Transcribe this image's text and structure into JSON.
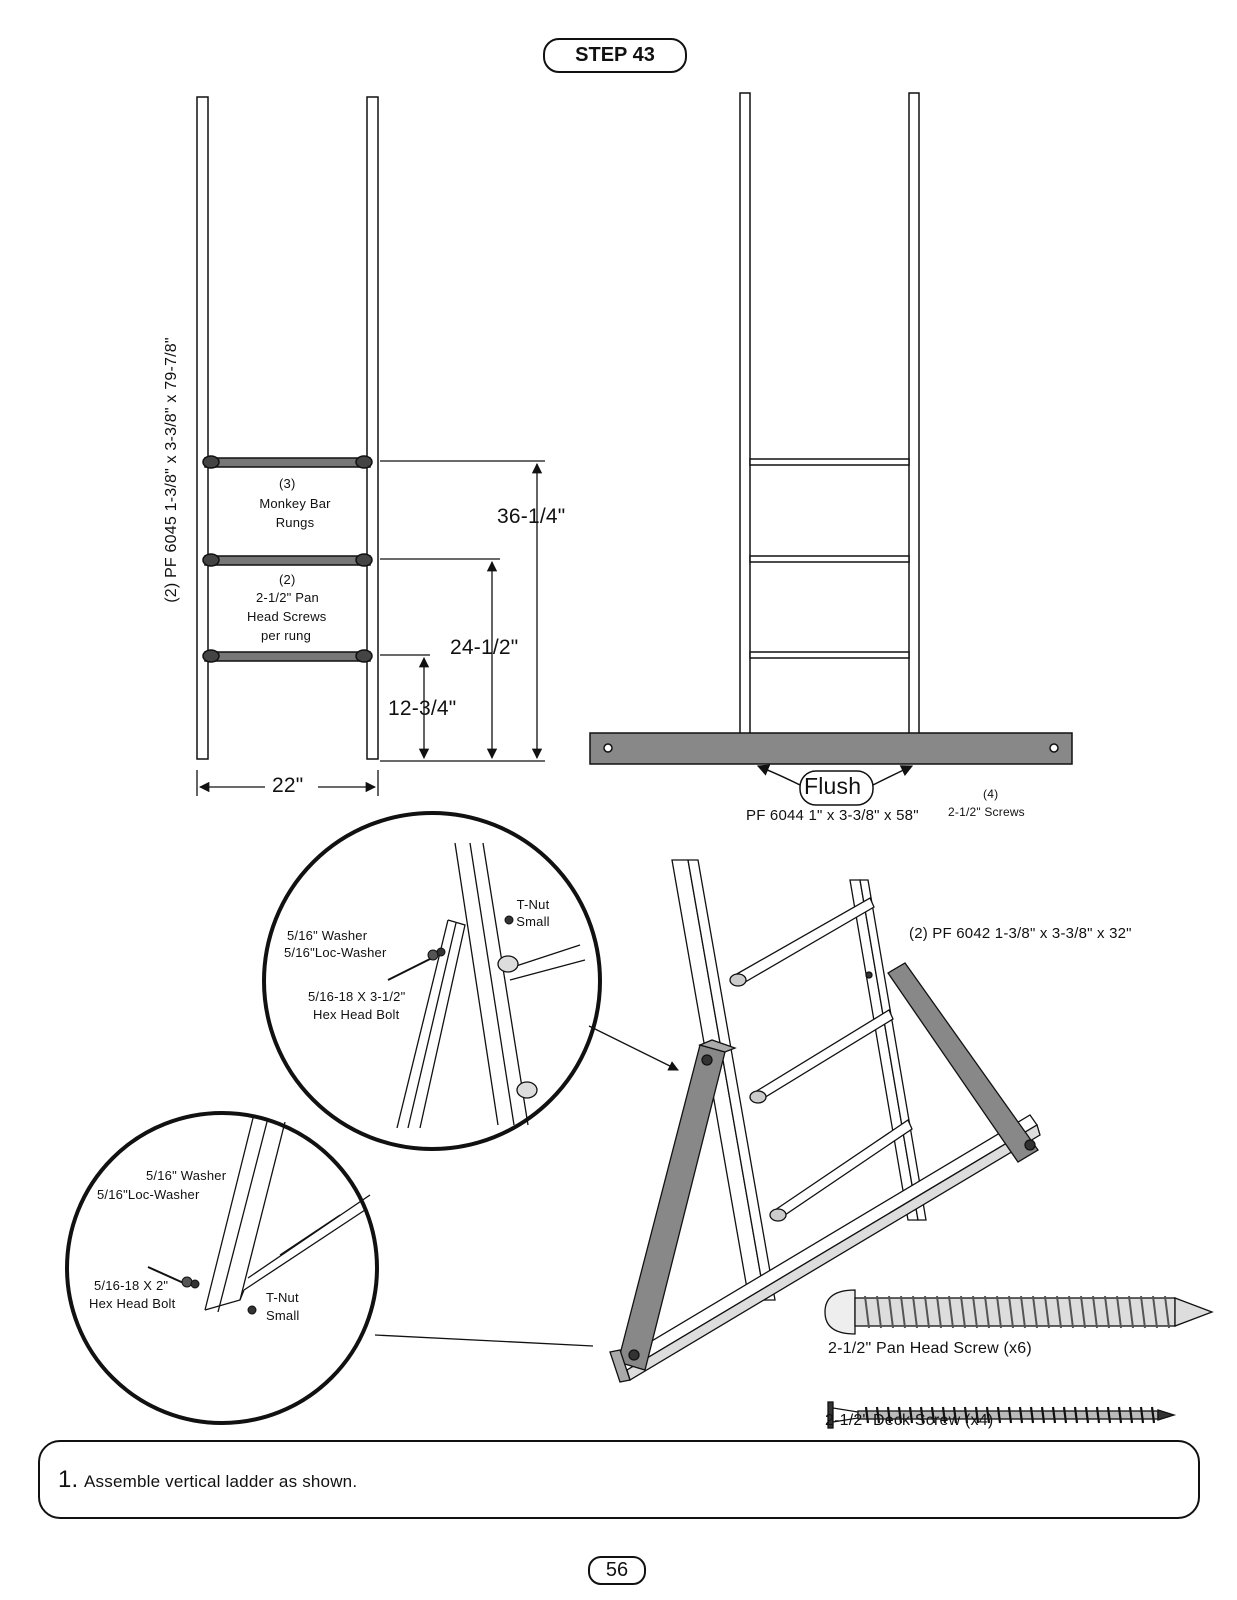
{
  "step": {
    "label": "STEP 43"
  },
  "ladder_front": {
    "side_label": "(2) PF 6045 1-3/8\" x 3-3/8\" x 79-7/8\"",
    "rungs_qty": "(3)",
    "rungs_name": "Monkey Bar Rungs",
    "screws_qty": "(2)",
    "screws_desc_1": "2-1/2\" Pan",
    "screws_desc_2": "Head Screws",
    "screws_desc_3": "per rung",
    "dim_top": "36-1/4\"",
    "dim_mid": "24-1/2\"",
    "dim_low": "12-3/4\"",
    "dim_width": "22\""
  },
  "ladder_back": {
    "flush_label": "Flush",
    "base_board": "PF 6044 1\" x 3-3/8\" x 58\"",
    "screws_qty": "(4)",
    "screws_name": "2-1/2\" Screws"
  },
  "detail_top": {
    "tnut": "T-Nut Small",
    "washer": "5/16\" Washer",
    "loc_washer": "5/16\"Loc-Washer",
    "bolt_1": "5/16-18 X 3-1/2\"",
    "bolt_2": "Hex Head Bolt"
  },
  "detail_bottom": {
    "washer": "5/16\" Washer",
    "loc_washer": "5/16\"Loc-Washer",
    "bolt_1": "5/16-18 X 2\"",
    "bolt_2": "Hex Head Bolt",
    "tnut_1": "T-Nut",
    "tnut_2": "Small"
  },
  "assembly": {
    "brace_label": "(2) PF 6042 1-3/8\" x 3-3/8\" x 32\""
  },
  "hardware": {
    "pan_head": "2-1/2\" Pan Head Screw (x6)",
    "deck": "2-1/2\" Deck Screw (x4)"
  },
  "instructions": {
    "number": "1.",
    "text": "Assemble vertical ladder as shown."
  },
  "page": {
    "number": "56"
  }
}
